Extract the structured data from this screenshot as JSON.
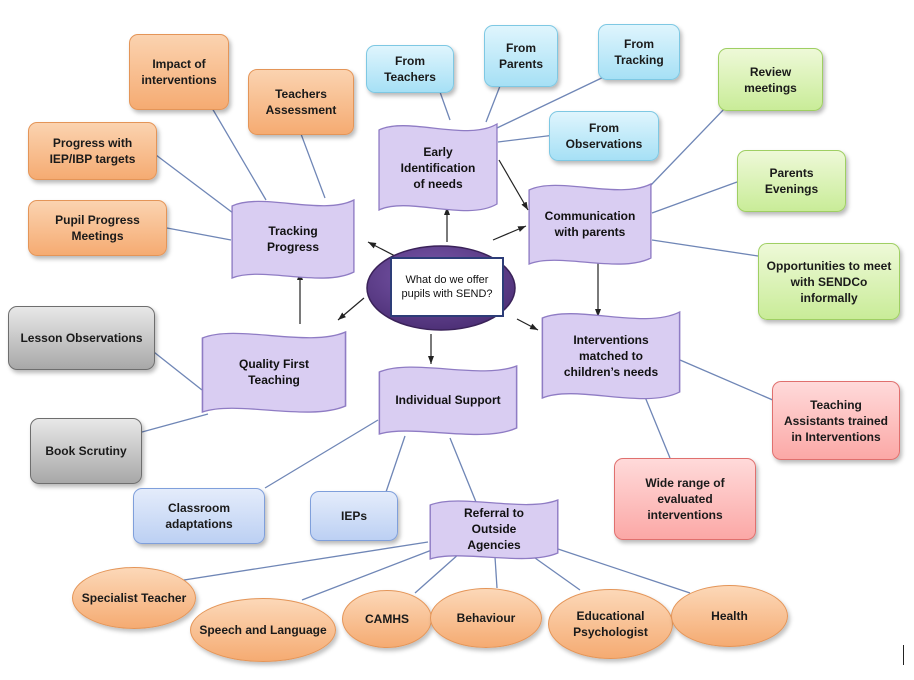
{
  "center": {
    "label": "What do we offer pupils with SEND?"
  },
  "hubs": {
    "early_identification": "Early Identification of needs",
    "tracking_progress": "Tracking Progress",
    "communication": "Communication with parents",
    "quality_first": "Quality First Teaching",
    "individual_support": "Individual Support",
    "interventions": "Interventions matched to children’s needs",
    "referral": "Referral to Outside Agencies"
  },
  "leaves": {
    "from_teachers": "From Teachers",
    "from_parents": "From Parents",
    "from_tracking": "From Tracking",
    "from_observations": "From Observations",
    "impact_of_interventions": "Impact of interventions",
    "teachers_assessment": "Teachers Assessment",
    "progress_iep_targets": "Progress with IEP/IBP targets",
    "pupil_progress_meetings": "Pupil Progress Meetings",
    "review_meetings": "Review meetings",
    "parents_evenings": "Parents Evenings",
    "sendco_informally": "Opportunities to meet with SENDCo informally",
    "lesson_observations": "Lesson Observations",
    "book_scrutiny": "Book Scrutiny",
    "classroom_adaptations": "Classroom adaptations",
    "ieps": "IEPs",
    "teaching_assistants": "Teaching Assistants trained in Interventions",
    "wide_range": "Wide range of evaluated interventions",
    "specialist_teacher": "Specialist Teacher",
    "speech_language": "Speech and Language",
    "camhs": "CAMHS",
    "behaviour": "Behaviour",
    "educational_psychologist": "Educational Psychologist",
    "health": "Health"
  },
  "colors": {
    "hub_fill": "#d9cdf2",
    "hub_border": "#8f7cc4",
    "center_oval": "#5c3b8a",
    "line": "#6f86b6",
    "arrow": "#222222"
  }
}
